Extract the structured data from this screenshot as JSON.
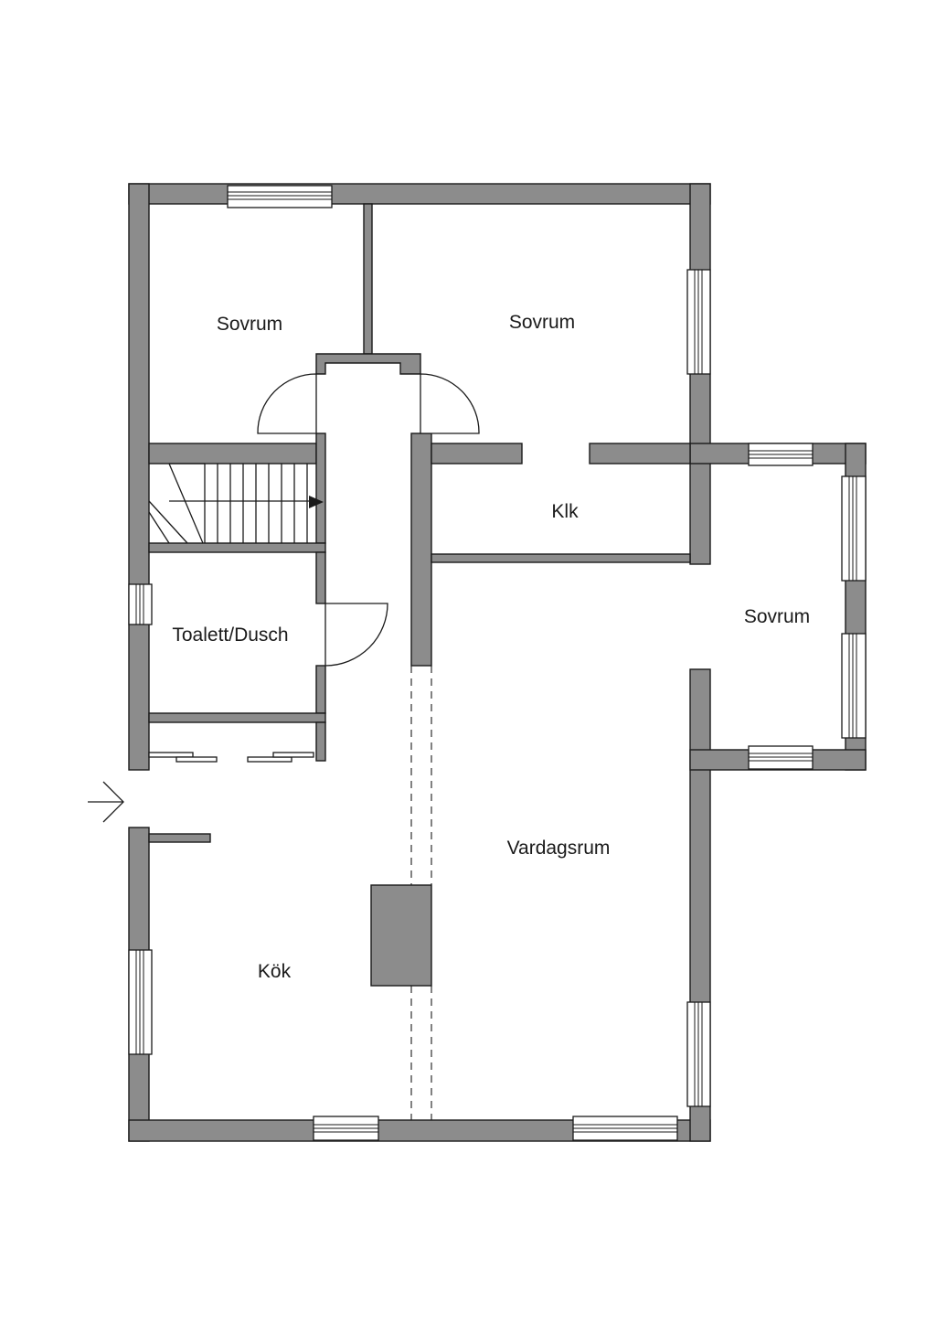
{
  "floor_plan": {
    "rooms": [
      {
        "id": "sovrum-1",
        "label": "Sovrum"
      },
      {
        "id": "sovrum-2",
        "label": "Sovrum"
      },
      {
        "id": "klk",
        "label": "Klk"
      },
      {
        "id": "sovrum-3",
        "label": "Sovrum"
      },
      {
        "id": "toalett-dusch",
        "label": "Toalett/Dusch"
      },
      {
        "id": "vardagsrum",
        "label": "Vardagsrum"
      },
      {
        "id": "kok",
        "label": "Kök"
      }
    ],
    "entrance_icon": "arrow-right-icon",
    "colors": {
      "wall": "#8c8c8c",
      "line": "#1a1a1a",
      "background": "#ffffff"
    }
  }
}
